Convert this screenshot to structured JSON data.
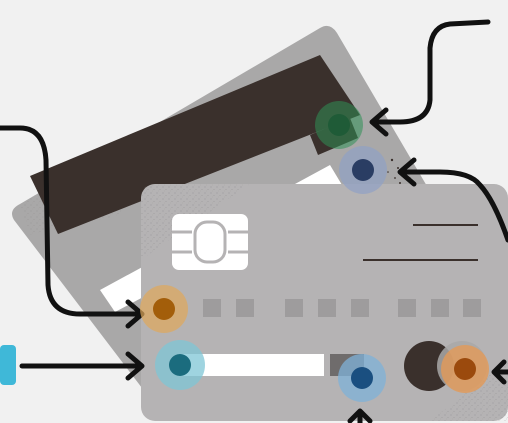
{
  "illustration": {
    "subject": "credit-card-front-and-back",
    "colors": {
      "background": "#f1f1f1",
      "card_back": "#a9a8a8",
      "magnetic_stripe": "#3a302c",
      "card_front": "#b5b3b4",
      "chip": "#ffffff",
      "signature_strip": "#ffffff",
      "arrow": "#111111",
      "callout_green": "#2f8f55",
      "callout_navy": "#2a3d63",
      "callout_orange": "#c8760f",
      "callout_teal": "#1c7e94",
      "callout_blue": "#1a5a8f",
      "callout_brown": "#9b4a0d",
      "side_badge": "#3fb8d8"
    },
    "callouts": [
      {
        "id": "stripe-marker",
        "color": "green"
      },
      {
        "id": "back-code-marker",
        "color": "navy"
      },
      {
        "id": "card-number-marker",
        "color": "orange"
      },
      {
        "id": "name-line-marker",
        "color": "teal"
      },
      {
        "id": "signature-code-marker",
        "color": "blue"
      },
      {
        "id": "network-logo-marker",
        "color": "brown"
      }
    ]
  }
}
